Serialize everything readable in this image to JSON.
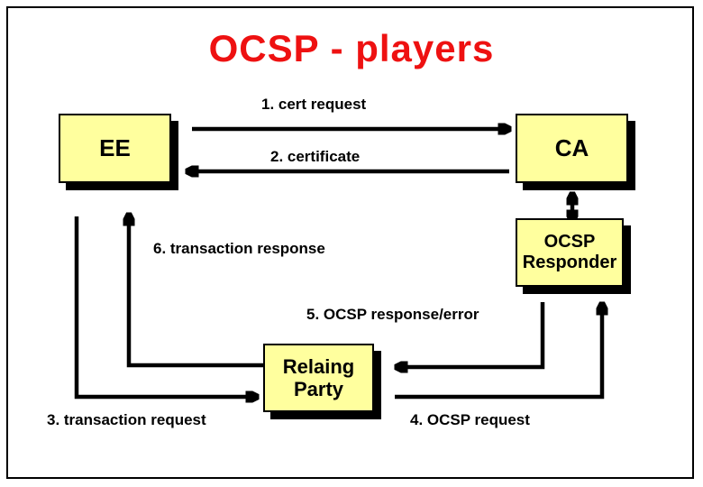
{
  "slide": {
    "title": "OCSP - players",
    "colors": {
      "title": "#ee1111",
      "node_fill": "#ffff9e",
      "node_border": "#000000",
      "node_shadow": "#000000",
      "arrow": "#000000",
      "label_text": "#000000",
      "background": "#ffffff"
    },
    "nodes": [
      {
        "id": "ee",
        "label": "EE"
      },
      {
        "id": "ca",
        "label": "CA"
      },
      {
        "id": "ocsp-responder",
        "label": "OCSP Responder"
      },
      {
        "id": "relaing-party",
        "label": "Relaing Party"
      }
    ],
    "edges": [
      {
        "id": "cert-request",
        "label": "1. cert request"
      },
      {
        "id": "certificate",
        "label": "2. certificate"
      },
      {
        "id": "transaction-request",
        "label": "3. transaction request"
      },
      {
        "id": "ocsp-request",
        "label": "4. OCSP request"
      },
      {
        "id": "ocsp-response-error",
        "label": "5. OCSP response/error"
      },
      {
        "id": "transaction-response",
        "label": "6. transaction response"
      }
    ]
  }
}
